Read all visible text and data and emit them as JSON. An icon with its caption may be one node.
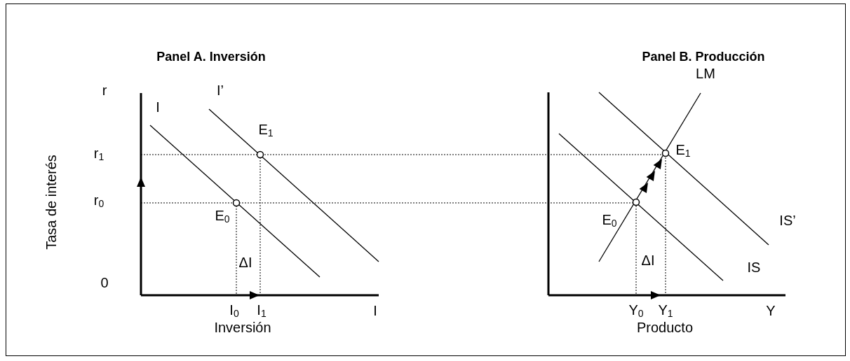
{
  "diagram": {
    "labels": [
      "Panel A. Inversión",
      "Panel B. Producción",
      "r",
      "I’",
      "LM",
      "I",
      "Tasa de interés",
      "E$_{1}$",
      "r$_{1}$",
      "E$_{1}$",
      "r$_{0}$",
      "E$_{0}$",
      "E$_{0}$",
      "IS’",
      "ΔI",
      "ΔI",
      "0",
      "IS",
      "I$_{0}$",
      "I$_{1}$",
      "I",
      "Y$_{0}$",
      "Y$_{1}$",
      "Y",
      "Inversión",
      "Producto"
    ]
  }
}
